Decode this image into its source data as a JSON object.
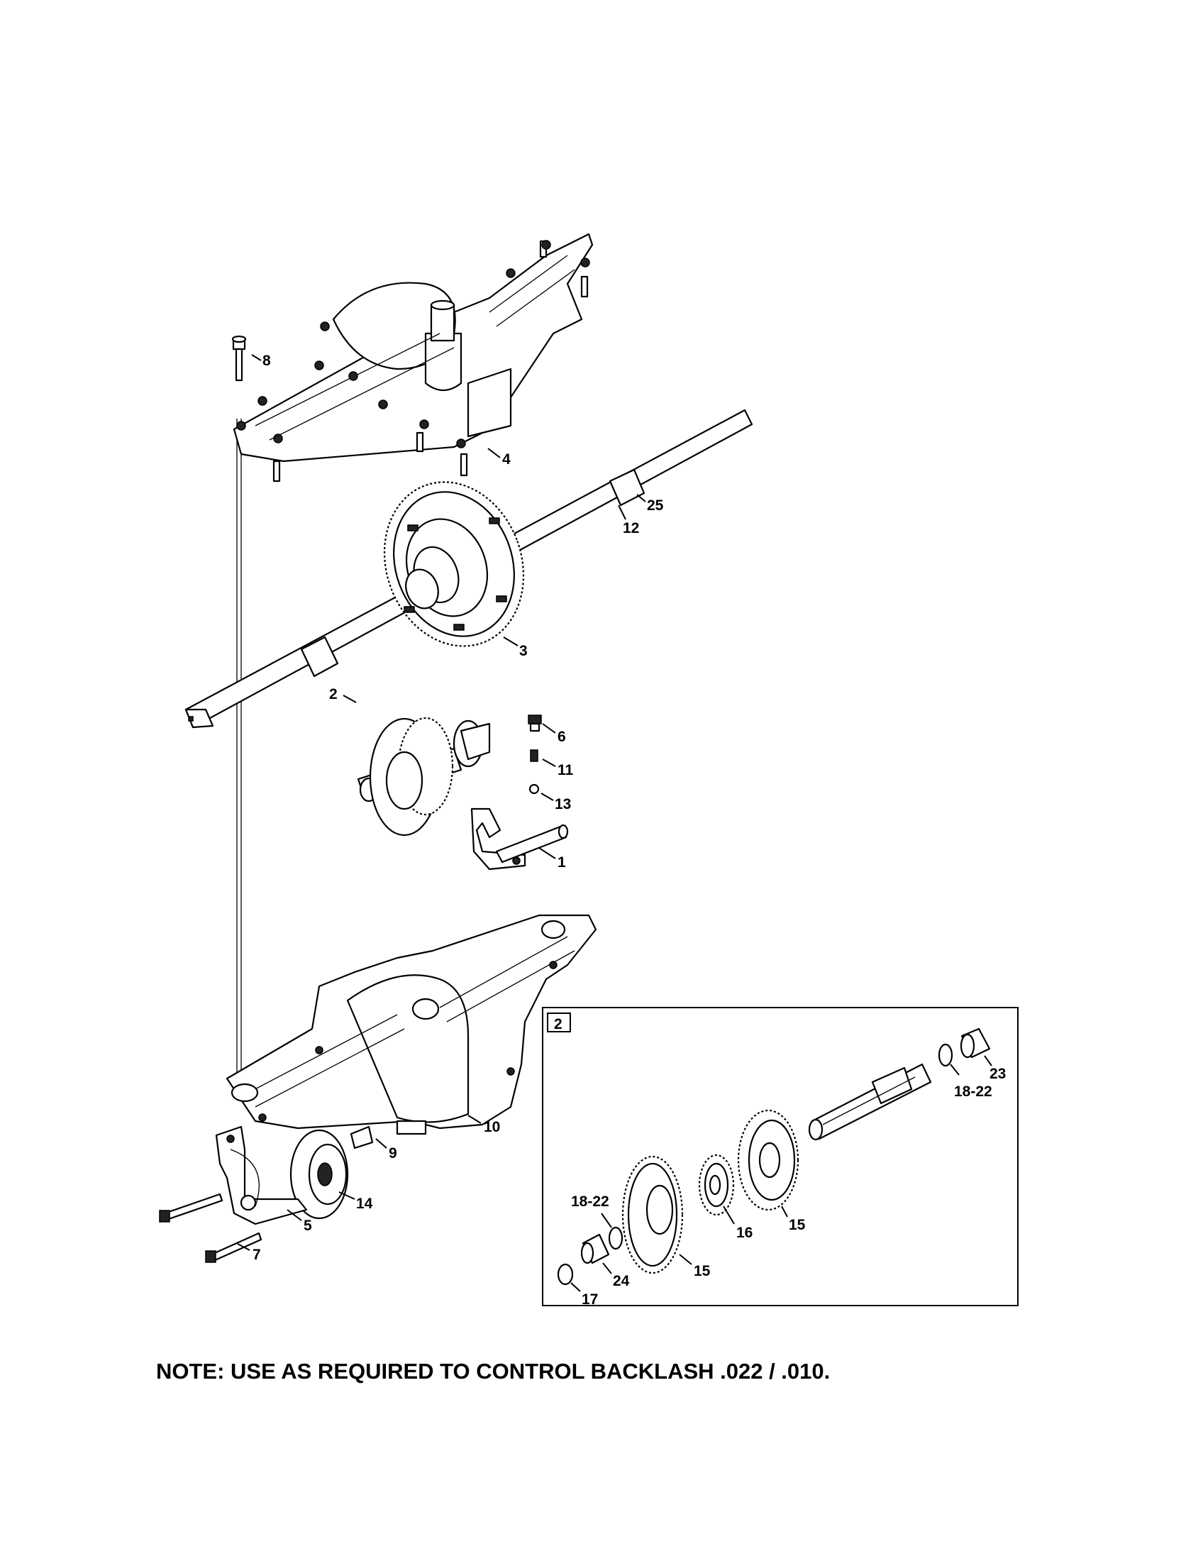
{
  "callouts": {
    "p1": "1",
    "p2": "2",
    "p3": "3",
    "p4": "4",
    "p5": "5",
    "p6": "6",
    "p7": "7",
    "p8": "8",
    "p9": "9",
    "p10": "10",
    "p11": "11",
    "p12": "12",
    "p13": "13",
    "p14": "14",
    "p25": "25"
  },
  "inset": {
    "label": "2",
    "callouts": {
      "p23": "23",
      "p18_22_top": "18-22",
      "p15_right": "15",
      "p16": "16",
      "p18_22_left": "18-22",
      "p15_bottom": "15",
      "p24": "24",
      "p17": "17"
    }
  },
  "note": "NOTE: USE AS REQUIRED TO CONTROL BACKLASH .022 / .010."
}
